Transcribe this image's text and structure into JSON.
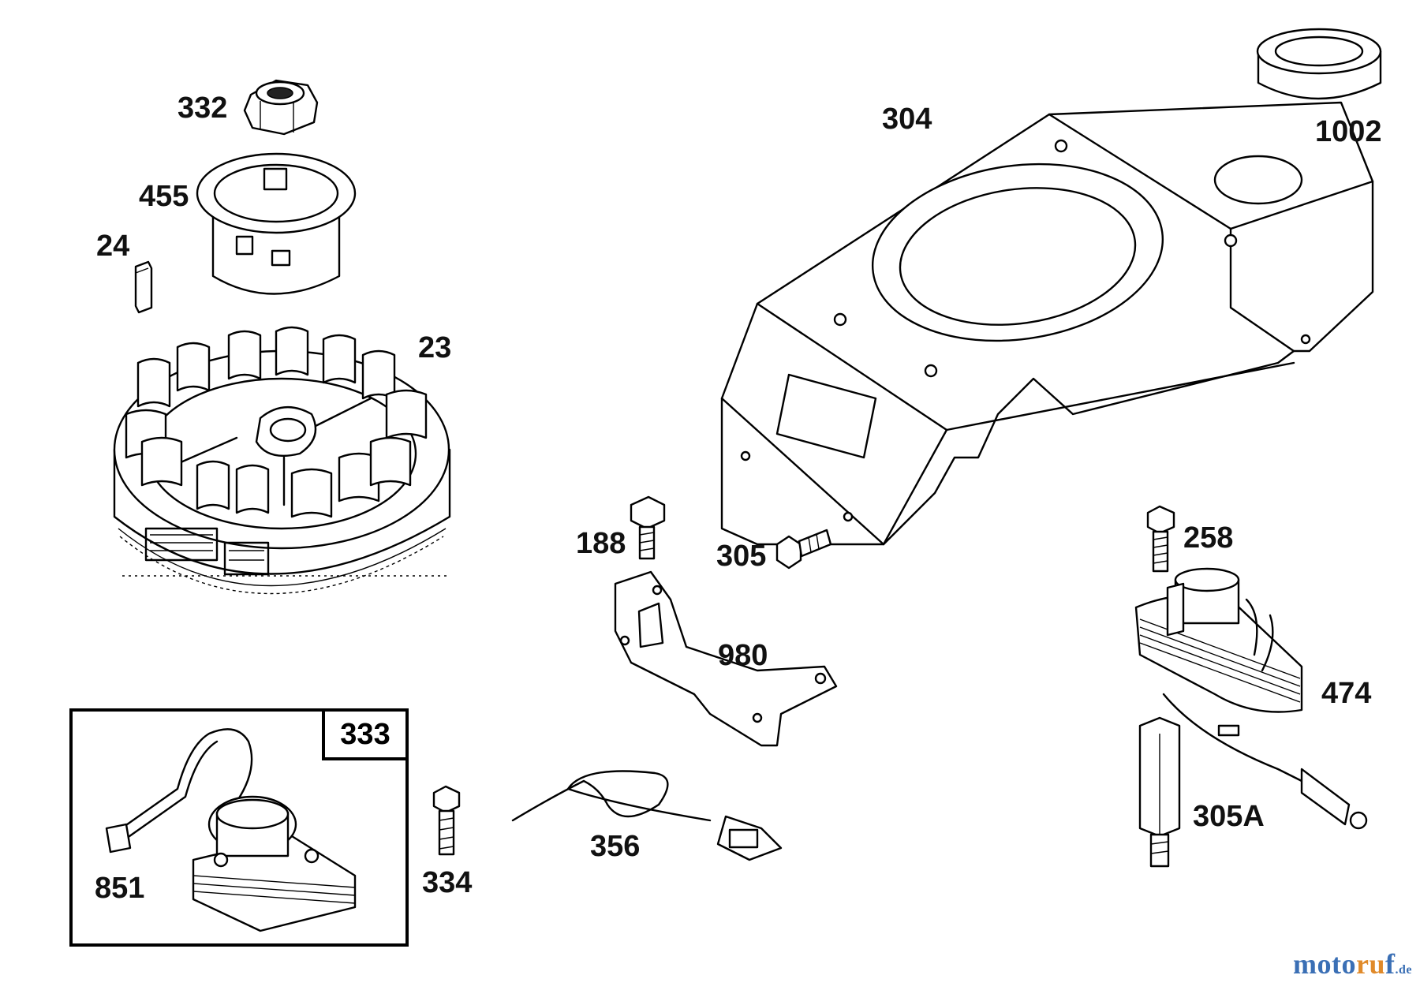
{
  "labels": {
    "p332": "332",
    "p455": "455",
    "p24": "24",
    "p23": "23",
    "p304": "304",
    "p1002": "1002",
    "p188": "188",
    "p305": "305",
    "p258": "258",
    "p980": "980",
    "p474": "474",
    "p305a": "305A",
    "p333": "333",
    "p851": "851",
    "p334": "334",
    "p356": "356"
  },
  "watermark": {
    "part1": "moto",
    "part2": "ru",
    "part3": "f",
    "tld": ".de"
  },
  "colors": {
    "line": "#000000",
    "background": "#ffffff",
    "watermark_blue": "#3a6fb5",
    "watermark_orange": "#e08a2a"
  }
}
